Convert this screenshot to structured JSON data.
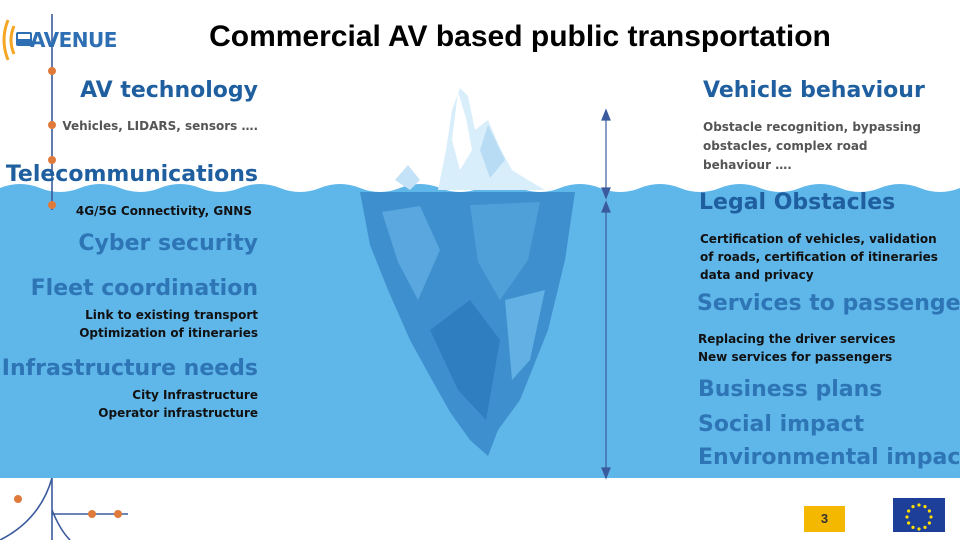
{
  "brand": {
    "logo_text": "AVENUE"
  },
  "title": "Commercial AV based public transportation",
  "left": {
    "av_technology": {
      "heading": "AV technology",
      "detail": "Vehicles, LIDARS, sensors …."
    },
    "telecommunications": {
      "heading": "Telecommunications",
      "detail": "4G/5G Connectivity, GNNS"
    },
    "cyber_security": {
      "heading": "Cyber security"
    },
    "fleet_coordination": {
      "heading": "Fleet coordination",
      "details": [
        "Link to existing transport",
        "Optimization of itineraries"
      ]
    },
    "infrastructure_needs": {
      "heading": "Infrastructure needs",
      "details": [
        "City Infrastructure",
        "Operator infrastructure"
      ]
    }
  },
  "right": {
    "vehicle_behaviour": {
      "heading": "Vehicle behaviour",
      "details": [
        "Obstacle recognition, bypassing",
        "obstacles, complex road",
        "behaviour …."
      ]
    },
    "legal_obstacles": {
      "heading": "Legal Obstacles",
      "details": [
        "Certification of vehicles, validation",
        "of roads, certification of itineraries",
        "data and privacy"
      ]
    },
    "services_to_passengers": {
      "heading": "Services to passengers",
      "details": [
        "Replacing the driver services",
        "New services for passengers"
      ]
    },
    "business_plans": {
      "heading": "Business plans"
    },
    "social_impact": {
      "heading": "Social impact"
    },
    "environmental_impact": {
      "heading": "Environmental impact"
    }
  },
  "footer": {
    "page_number": "3"
  },
  "colors": {
    "water": "#5fb6e9",
    "iceberg_tip": "#d9eefb",
    "iceberg_under": "#3d8fce",
    "accent_orange": "#e07a3a",
    "line_blue": "#3b5b9e",
    "heading_dark_blue": "#1f5f9f",
    "heading_light_blue": "#2e75b6",
    "page_badge": "#f5b800",
    "eu_flag": "#1d3f99"
  },
  "icons": [
    "wifi-wave-icon",
    "bus-icon",
    "eu-flag-icon",
    "double-arrow-icon"
  ]
}
